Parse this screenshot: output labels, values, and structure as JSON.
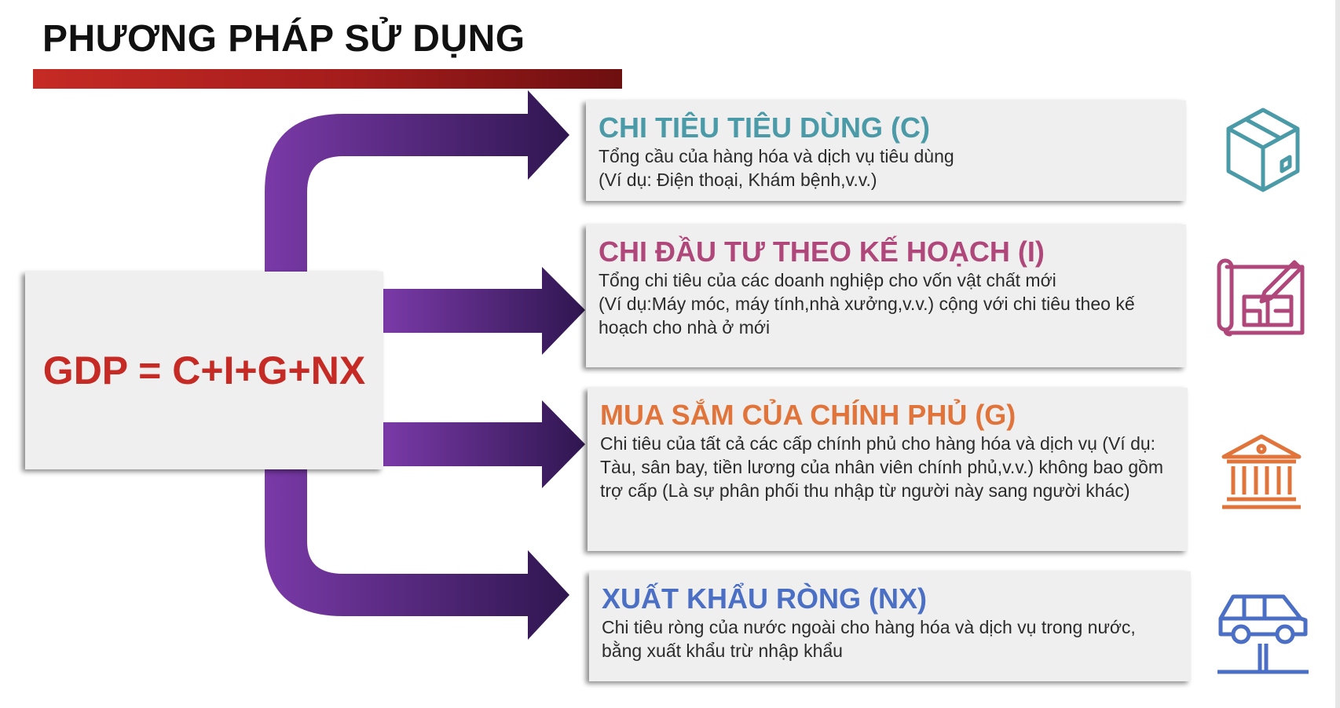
{
  "title": "PHƯƠNG PHÁP SỬ DỤNG",
  "formula": "GDP = C+I+G+NX",
  "colors": {
    "title_bar": "#c62a24",
    "arrow_light": "#7a3aa8",
    "arrow_dark": "#2f1650",
    "formula": "#c62a24",
    "card_bg": "#efefef"
  },
  "components": [
    {
      "title": "CHI TIÊU TIÊU DÙNG (C)",
      "description": "Tổng cầu của hàng hóa và dịch vụ tiêu dùng",
      "example": "(Ví dụ: Điện thoại, Khám bệnh,v.v.)",
      "color": "#4a9aa8",
      "icon": "box-icon"
    },
    {
      "title": "CHI ĐẦU TƯ THEO KẾ HOẠCH (I)",
      "description": "Tổng chi tiêu của các doanh nghiệp cho vốn vật chất mới",
      "example": "(Ví dụ:Máy móc, máy tính,nhà xưởng,v.v.) cộng với chi tiêu theo kế hoạch cho nhà ở mới",
      "color": "#b0477a",
      "icon": "blueprint-icon"
    },
    {
      "title": "MUA SẮM CỦA CHÍNH PHỦ (G)",
      "description": "Chi tiêu của tất cả các cấp chính phủ cho hàng hóa và dịch vụ (Ví dụ: Tàu, sân bay, tiền lương của nhân viên chính phủ,v.v.) không bao gồm trợ cấp (Là sự phân phối thu nhập từ người này sang người khác)",
      "example": "",
      "color": "#e0743a",
      "icon": "government-building-icon"
    },
    {
      "title": "XUẤT KHẨU RÒNG (NX)",
      "description": "Chi tiêu ròng của nước ngoài cho hàng hóa và dịch vụ trong nước, bằng xuất khẩu trừ nhập khẩu",
      "example": "",
      "color": "#4a6fc4",
      "icon": "car-lift-icon"
    }
  ]
}
